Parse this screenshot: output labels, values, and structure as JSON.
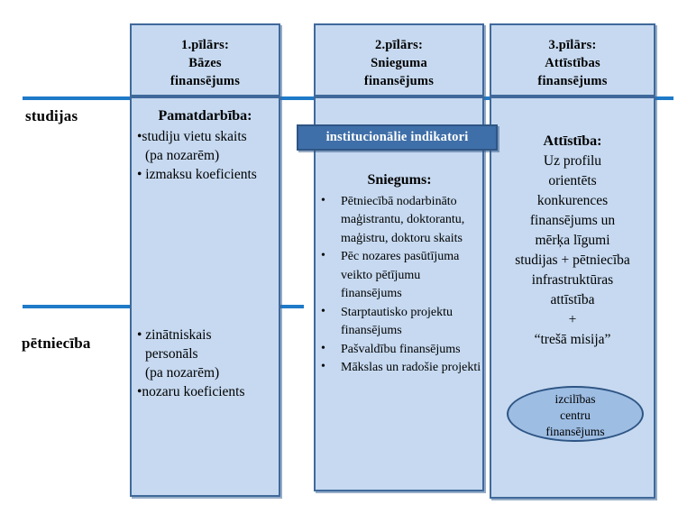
{
  "rows": {
    "studijas_label": "studijas",
    "petnieciba_label": "pētniecība"
  },
  "banner": {
    "label": "institucionālie indikatori"
  },
  "pillars": [
    {
      "header": [
        "1.pīlārs:",
        "Bāzes",
        "finansējums"
      ],
      "top_block": {
        "title": "Pamatdarbība:",
        "lines": [
          "•studiju vietu skaits",
          "(pa nozarēm)",
          "• izmaksu koeficients"
        ]
      },
      "bottom_block": {
        "lines": [
          "• zinātniskais",
          "personāls",
          "(pa nozarēm)",
          "•nozaru koeficients"
        ]
      }
    },
    {
      "header": [
        "2.pīlārs:",
        "Snieguma",
        "finansējums"
      ],
      "body": {
        "title": "Sniegums:",
        "items": [
          "Pētniecībā nodarbināto maģistrantu, doktorantu, maģistru, doktoru skaits",
          "Pēc nozares pasūtījuma veikto pētījumu finansējums",
          "Starptautisko projektu finansējums",
          "Pašvaldību finansējums",
          "Mākslas un radošie projekti"
        ]
      }
    },
    {
      "header": [
        "3.pīlārs:",
        "Attīstības",
        "finansējums"
      ],
      "body": {
        "title": "Attīstība:",
        "lines": [
          "Uz profilu",
          "orientēts",
          "konkurences",
          "finansējums un",
          "mērķa līgumi",
          "studijas + pētniecība",
          "infrastruktūras",
          "attīstība",
          "+",
          "“trešā misija”"
        ]
      },
      "ellipse": {
        "lines": [
          "izcilības",
          "centru",
          "finansējums"
        ]
      }
    }
  ],
  "colors": {
    "box_fill": "#C6D9F0",
    "box_border": "#40699B",
    "rule": "#1F7AC8",
    "banner_fill": "#3F6FA8",
    "ellipse_fill": "#9DBDE3"
  }
}
